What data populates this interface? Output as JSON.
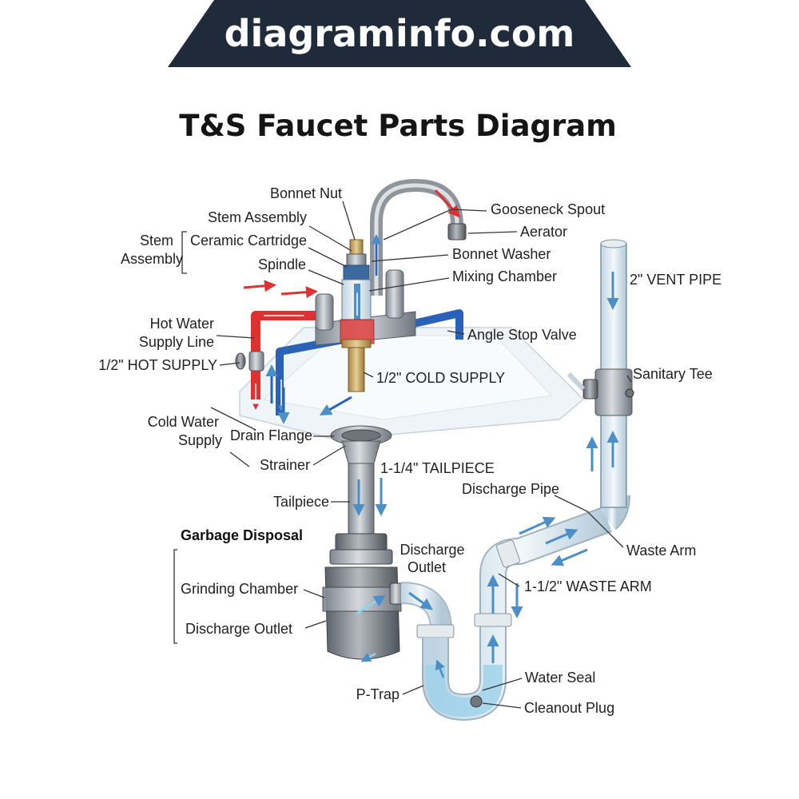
{
  "site": {
    "name": "diagraminfo.com"
  },
  "title": "T&S Faucet Parts Diagram",
  "labels": {
    "bonnet_nut": "Bonnet Nut",
    "stem_assembly": "Stem Assembly",
    "ceramic_cartridge": "Ceramic Cartridge",
    "spindle": "Spindle",
    "stem_group_line1": "Stem",
    "stem_group_line2": "Assembly",
    "gooseneck_spout": "Gooseneck Spout",
    "aerator": "Aerator",
    "bonnet_washer": "Bonnet Washer",
    "mixing_chamber": "Mixing Chamber",
    "vent_pipe": "2\" VENT PIPE",
    "angle_stop_valve": "Angle Stop Valve",
    "hot_water_line1": "Hot Water",
    "hot_water_line2": "Supply Line",
    "hot_supply": "1/2\" HOT SUPPLY",
    "cold_supply": "1/2\" COLD SUPPLY",
    "sanitary_tee": "Sanitary Tee",
    "cold_water_line1": "Cold Water",
    "cold_water_line2": "Supply",
    "drain_flange": "Drain Flange",
    "strainer": "Strainer",
    "tailpiece_size": "1-1/4\" TAILPIECE",
    "discharge_pipe": "Discharge Pipe",
    "tailpiece": "Tailpiece",
    "garbage_disposal": "Garbage Disposal",
    "discharge_outlet_top_line1": "Discharge",
    "discharge_outlet_top_line2": "Outlet",
    "waste_arm": "Waste Arm",
    "grinding_chamber": "Grinding Chamber",
    "waste_arm_size": "1-1/2\" WASTE ARM",
    "discharge_outlet": "Discharge Outlet",
    "water_seal": "Water Seal",
    "p_trap": "P-Trap",
    "cleanout_plug": "Cleanout Plug"
  },
  "colors": {
    "banner": "#1f2a3a",
    "hot": "#e03030",
    "cold": "#2a62b8",
    "flow_arrow": "#4a8fc8",
    "water": "#9fd2ea"
  }
}
